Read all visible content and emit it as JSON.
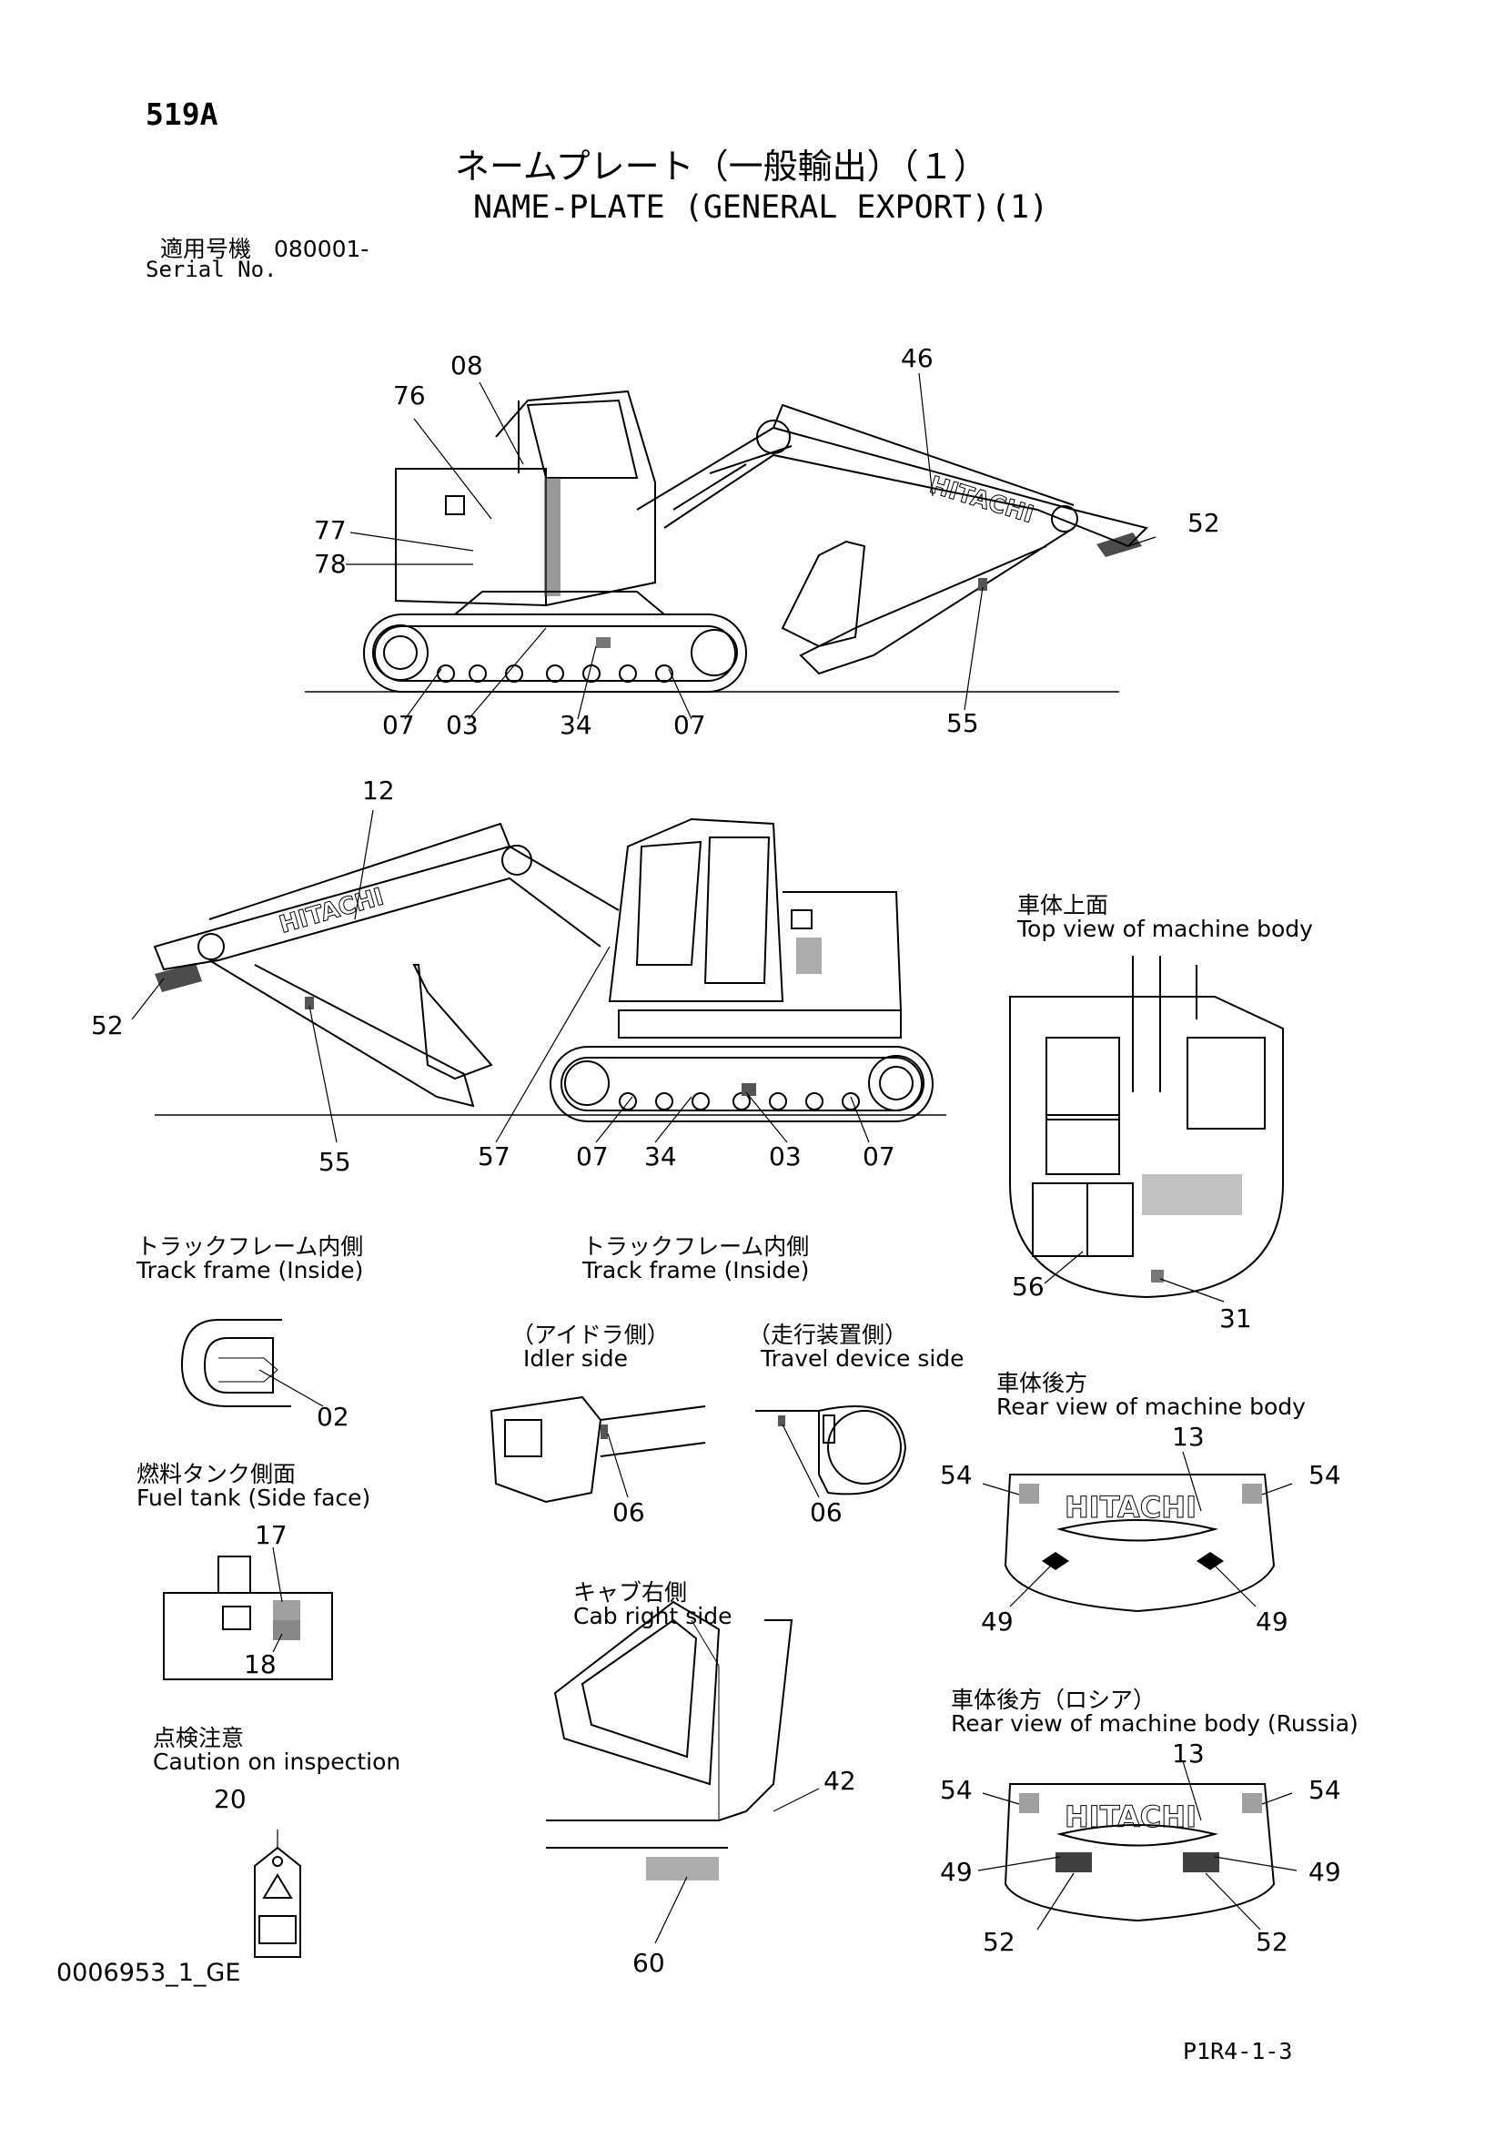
{
  "header": {
    "page_code": "519A",
    "title_ja": "ネームプレート（一般輸出）（１）",
    "title_en": "NAME-PLATE (GENERAL EXPORT)(1)",
    "serial_ja": "適用号機　080001-",
    "serial_en": "Serial No."
  },
  "views": {
    "top_view_ja": "車体上面",
    "top_view_en": "Top view of machine body",
    "track_inside_left_ja": "トラックフレーム内側",
    "track_inside_left_en": "Track frame (Inside)",
    "track_inside_mid_ja": "トラックフレーム内側",
    "track_inside_mid_en": "Track frame (Inside)",
    "idler_ja": "（アイドラ側）",
    "idler_en": "Idler side",
    "travel_ja": "（走行装置側）",
    "travel_en": "Travel device side",
    "rear_ja": "車体後方",
    "rear_en": "Rear view of machine body",
    "fuel_ja": "燃料タンク側面",
    "fuel_en": "Fuel tank (Side face)",
    "cab_ja": "キャブ右側",
    "cab_en": "Cab right side",
    "rear_russia_ja": "車体後方（ロシア）",
    "rear_russia_en": "Rear view of machine body (Russia)",
    "caution_ja": "点検注意",
    "caution_en": "Caution on inspection"
  },
  "callouts": {
    "side1": [
      "08",
      "76",
      "46",
      "77",
      "78",
      "52",
      "07",
      "03",
      "34",
      "07",
      "55"
    ],
    "side2": [
      "12",
      "52",
      "55",
      "57",
      "07",
      "34",
      "03",
      "07"
    ],
    "top": [
      "56",
      "31"
    ],
    "track_left": [
      "02"
    ],
    "idler": [
      "06"
    ],
    "travel": [
      "06"
    ],
    "rear": [
      "13",
      "54",
      "54",
      "49",
      "49"
    ],
    "fuel": [
      "17",
      "18"
    ],
    "cab": [
      "42",
      "60"
    ],
    "rear_russia": [
      "13",
      "54",
      "54",
      "49",
      "49",
      "52",
      "52"
    ],
    "caution": [
      "20"
    ]
  },
  "brand_text": "HITACHI",
  "footer": {
    "doc_code": "0006953_1_GE",
    "page_ref": "P1R4-1-3"
  }
}
